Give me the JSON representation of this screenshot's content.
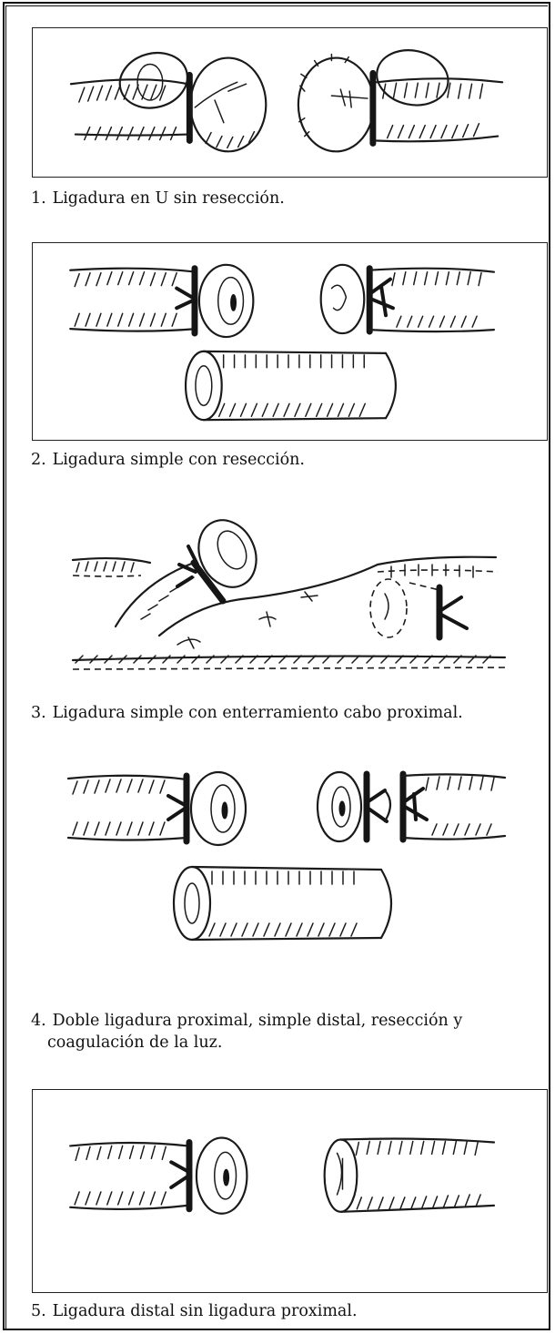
{
  "figures": [
    {
      "number": "1.",
      "caption": "Ligadura en U sin resección."
    },
    {
      "number": "2.",
      "caption": "Ligadura simple con resección."
    },
    {
      "number": "3.",
      "caption": "Ligadura simple con enterramiento cabo proximal."
    },
    {
      "number": "4.",
      "caption": "Doble ligadura proximal, simple distal, resección y",
      "caption_cont": "coagulación de la luz."
    },
    {
      "number": "5.",
      "caption": "Ligadura distal sin ligadura proximal."
    }
  ]
}
